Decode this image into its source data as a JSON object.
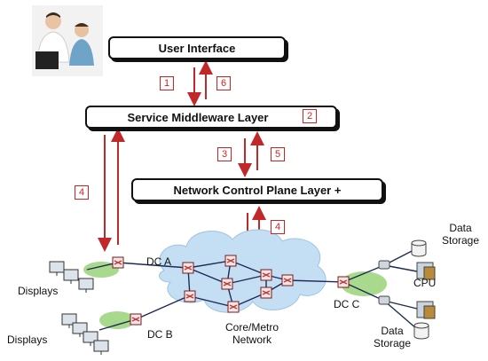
{
  "layers": {
    "user_interface": "User Interface",
    "service_middleware": "Service Middleware Layer",
    "network_control": "Network Control Plane Layer +"
  },
  "steps": {
    "s1": "1",
    "s6": "6",
    "s2": "2",
    "s3": "3",
    "s5": "5",
    "s4_left": "4",
    "s4_right": "4"
  },
  "nodes": {
    "dc_a": "DC A",
    "dc_b": "DC B",
    "dc_c": "DC C",
    "core_line1": "Core/Metro",
    "core_line2": "Network",
    "displays_top": "Displays",
    "displays_bottom": "Displays",
    "cpu": "CPU",
    "data_storage_top_1": "Data",
    "data_storage_top_2": "Storage",
    "data_storage_bottom_1": "Data",
    "data_storage_bottom_2": "Storage"
  },
  "colors": {
    "step_badge": "#d42020",
    "cloud": "#b9d8f0",
    "green_cloud": "#a8d88a",
    "router": "#c23a3a"
  },
  "icons": [
    "users-photo-icon",
    "router-icon",
    "monitor-icon",
    "server-icon",
    "storage-cylinder-icon",
    "cloud-icon"
  ]
}
